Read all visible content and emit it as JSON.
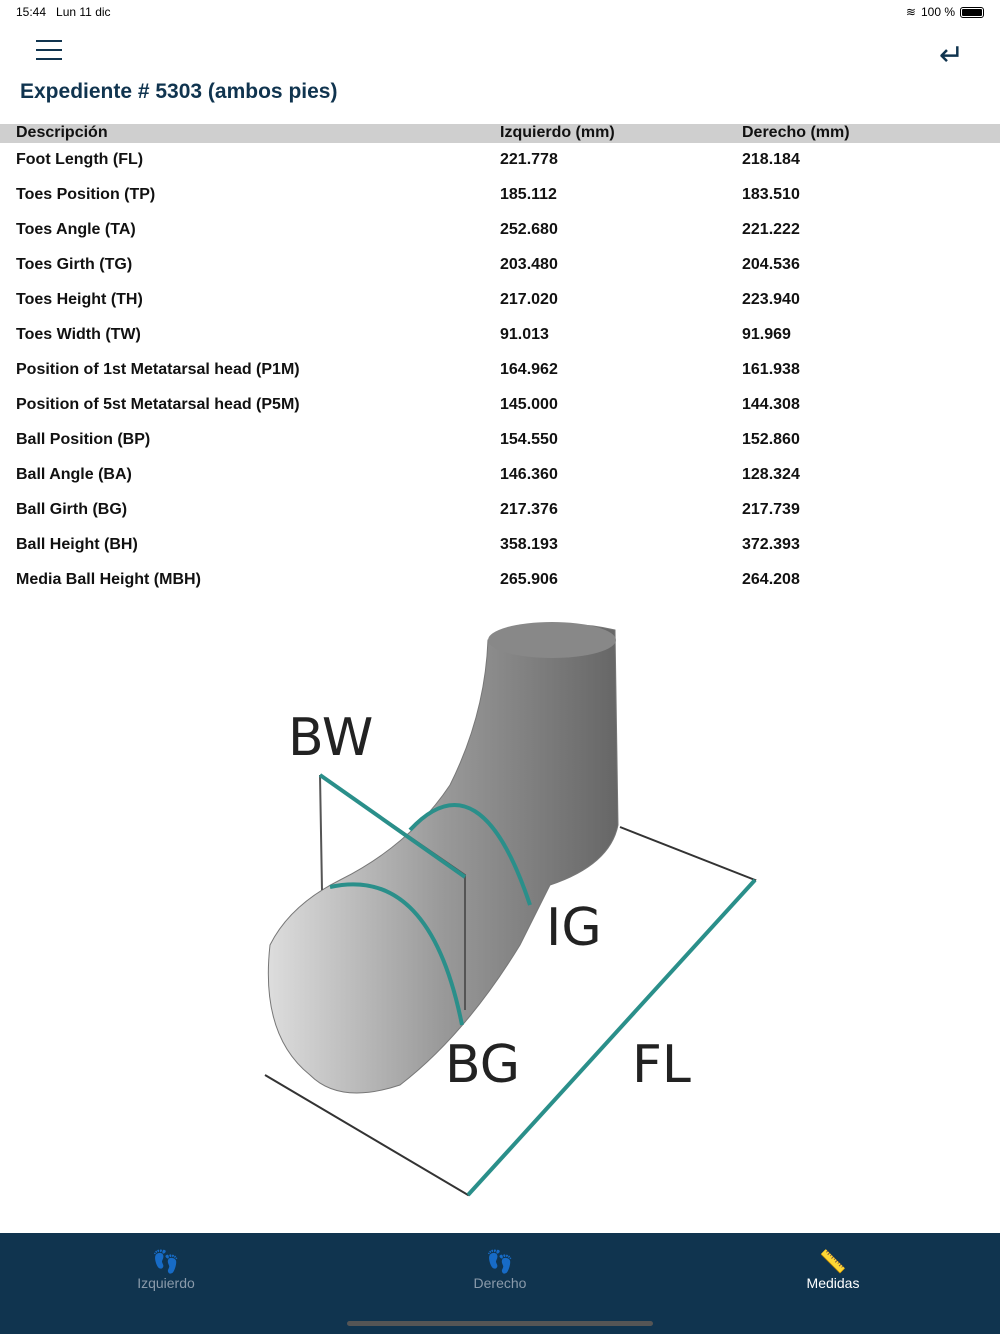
{
  "status": {
    "time": "15:44",
    "date": "Lun 11 dic",
    "battery": "100 %"
  },
  "title": "Expediente # 5303 (ambos pies)",
  "table": {
    "headers": [
      "Descripción",
      "Izquierdo (mm)",
      "Derecho (mm)"
    ],
    "rows": [
      [
        "Foot Length (FL)",
        "221.778",
        "218.184"
      ],
      [
        "Toes Position (TP)",
        "185.112",
        "183.510"
      ],
      [
        "Toes Angle (TA)",
        "252.680",
        "221.222"
      ],
      [
        "Toes Girth (TG)",
        "203.480",
        "204.536"
      ],
      [
        "Toes Height (TH)",
        "217.020",
        "223.940"
      ],
      [
        "Toes Width (TW)",
        "91.013",
        "91.969"
      ],
      [
        "Position of 1st Metatarsal head (P1M)",
        "164.962",
        "161.938"
      ],
      [
        "Position of 5st Metatarsal head (P5M)",
        "145.000",
        "144.308"
      ],
      [
        "Ball Position (BP)",
        "154.550",
        "152.860"
      ],
      [
        "Ball Angle (BA)",
        "146.360",
        "128.324"
      ],
      [
        "Ball Girth (BG)",
        "217.376",
        "217.739"
      ],
      [
        "Ball Height (BH)",
        "358.193",
        "372.393"
      ],
      [
        "Media Ball Height (MBH)",
        "265.906",
        "264.208"
      ]
    ]
  },
  "diagram": {
    "labels": {
      "bw": "BW",
      "ig": "IG",
      "bg": "BG",
      "fl": "FL"
    }
  },
  "tabs": [
    {
      "label": "Izquierdo",
      "icon": "foot-icon"
    },
    {
      "label": "Derecho",
      "icon": "foot-icon"
    },
    {
      "label": "Medidas",
      "icon": "ruler-icon"
    }
  ],
  "colors": {
    "primary": "#10344f",
    "accent": "#2a8f8a"
  }
}
